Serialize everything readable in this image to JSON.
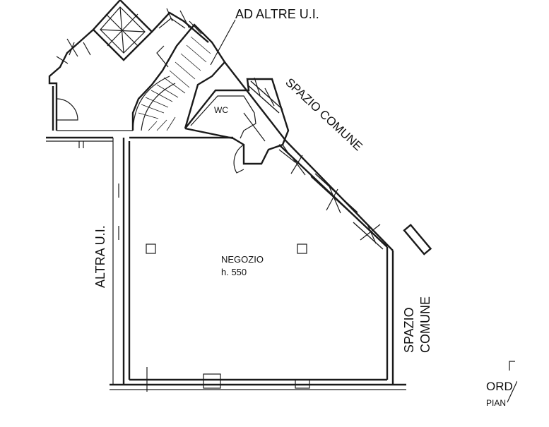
{
  "plan": {
    "label_other_units": "AD ALTRE U.I.",
    "label_common_space_diagonal": "SPAZIO COMUNE",
    "label_other_unit": "ALTRA U.I.",
    "label_common_space_1": "SPAZIO",
    "label_common_space_2": "COMUNE",
    "label_wc": "WC",
    "room_name": "NEGOZIO",
    "room_height": "h. 550",
    "legend_fragment_1": "ORD",
    "legend_fragment_2": "PIAN"
  }
}
